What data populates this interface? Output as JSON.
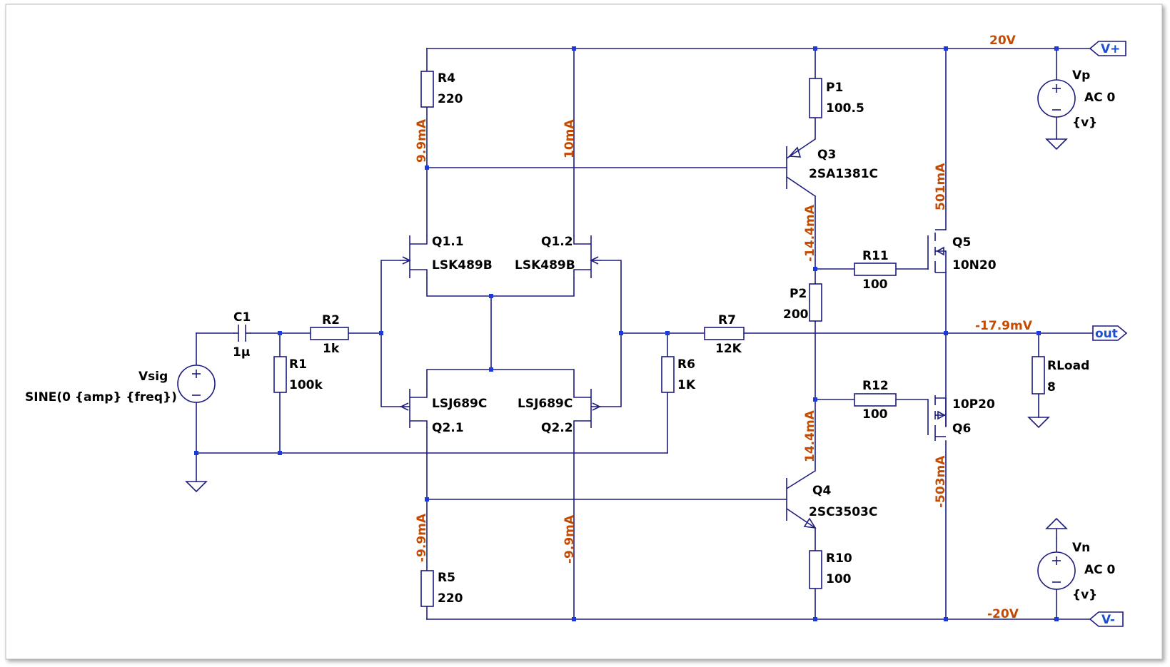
{
  "schematic": {
    "components": {
      "r4": {
        "name": "R4",
        "value": "220"
      },
      "r5": {
        "name": "R5",
        "value": "220"
      },
      "r1": {
        "name": "R1",
        "value": "100k"
      },
      "r2": {
        "name": "R2",
        "value": "1k"
      },
      "r6": {
        "name": "R6",
        "value": "1K"
      },
      "r7": {
        "name": "R7",
        "value": "12K"
      },
      "r10": {
        "name": "R10",
        "value": "100"
      },
      "r11": {
        "name": "R11",
        "value": "100"
      },
      "r12": {
        "name": "R12",
        "value": "100"
      },
      "rload": {
        "name": "RLoad",
        "value": "8"
      },
      "p1": {
        "name": "P1",
        "value": "100.5"
      },
      "p2": {
        "name": "P2",
        "value": "200"
      },
      "c1": {
        "name": "C1",
        "value": "1µ"
      },
      "q11": {
        "name": "Q1.1",
        "value": "LSK489B"
      },
      "q12": {
        "name": "Q1.2",
        "value": "LSK489B"
      },
      "q21": {
        "name": "Q2.1",
        "value": "LSJ689C"
      },
      "q22": {
        "name": "Q2.2",
        "value": "LSJ689C"
      },
      "q3": {
        "name": "Q3",
        "value": "2SA1381C"
      },
      "q4": {
        "name": "Q4",
        "value": "2SC3503C"
      },
      "q5": {
        "name": "Q5",
        "value": "10N20"
      },
      "q6": {
        "name": "Q6",
        "value": "10P20"
      },
      "vsig": {
        "name": "Vsig",
        "value": "SINE(0 {amp} {freq})"
      },
      "vp": {
        "name": "Vp",
        "ac": "AC 0",
        "value": "{v}"
      },
      "vn": {
        "name": "Vn",
        "ac": "AC 0",
        "value": "{v}"
      }
    },
    "annotations": {
      "i_r4": "9.9mA",
      "i_q12": "10mA",
      "i_q3": "-14.4mA",
      "i_q5": "501mA",
      "i_r5": "-9.9mA",
      "i_q22": "-9.9mA",
      "i_q4": "14.4mA",
      "i_q6": "-503mA",
      "v_pos": "20V",
      "v_neg": "-20V",
      "v_out": "-17.9mV"
    },
    "ports": {
      "vplus": "V+",
      "vminus": "V-",
      "out": "out"
    },
    "colors": {
      "wire": "#1c1c80",
      "junction": "#1a3ae0",
      "annotation": "#c44a00",
      "port_text": "#1a4fd6"
    }
  }
}
